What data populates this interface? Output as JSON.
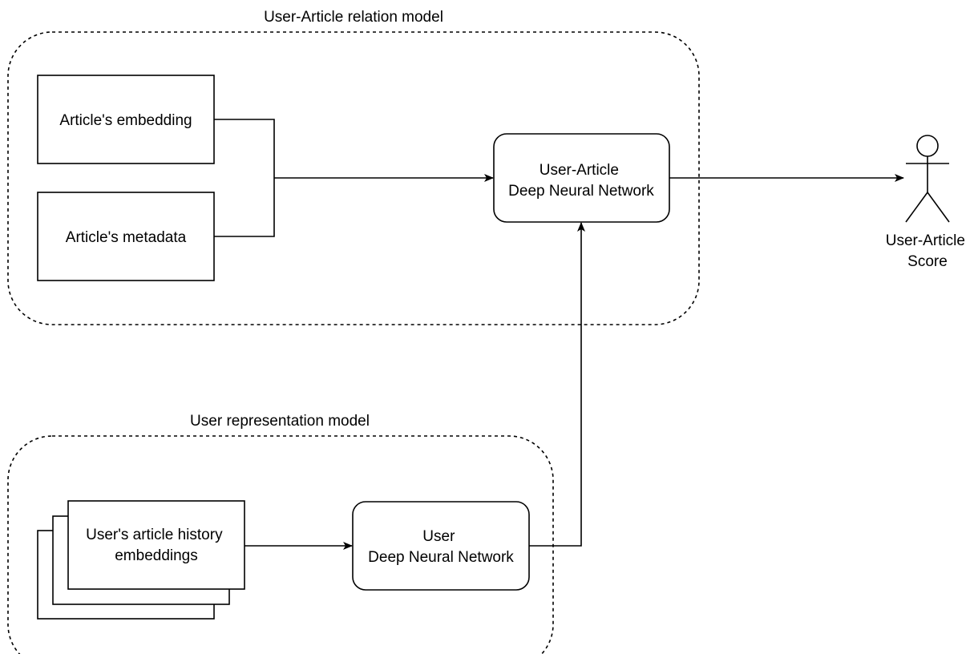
{
  "groups": {
    "relation_model": {
      "label": "User-Article relation model"
    },
    "user_model": {
      "label": "User representation model"
    }
  },
  "nodes": {
    "article_embedding": {
      "label": "Article's embedding"
    },
    "article_metadata": {
      "label": "Article's metadata"
    },
    "user_article_dnn": {
      "line1": "User-Article",
      "line2": "Deep Neural Network"
    },
    "user_history": {
      "line1": "User's article history",
      "line2": "embeddings"
    },
    "user_dnn": {
      "line1": "User",
      "line2": "Deep Neural Network"
    },
    "actor": {
      "line1": "User-Article",
      "line2": "Score",
      "icon": "actor-icon"
    }
  },
  "edges": [
    {
      "from": "article_embedding",
      "to": "user_article_dnn"
    },
    {
      "from": "article_metadata",
      "to": "user_article_dnn"
    },
    {
      "from": "user_history",
      "to": "user_dnn"
    },
    {
      "from": "user_dnn",
      "to": "user_article_dnn"
    },
    {
      "from": "user_article_dnn",
      "to": "actor"
    }
  ],
  "colors": {
    "stroke": "#000000",
    "background": "#ffffff"
  }
}
